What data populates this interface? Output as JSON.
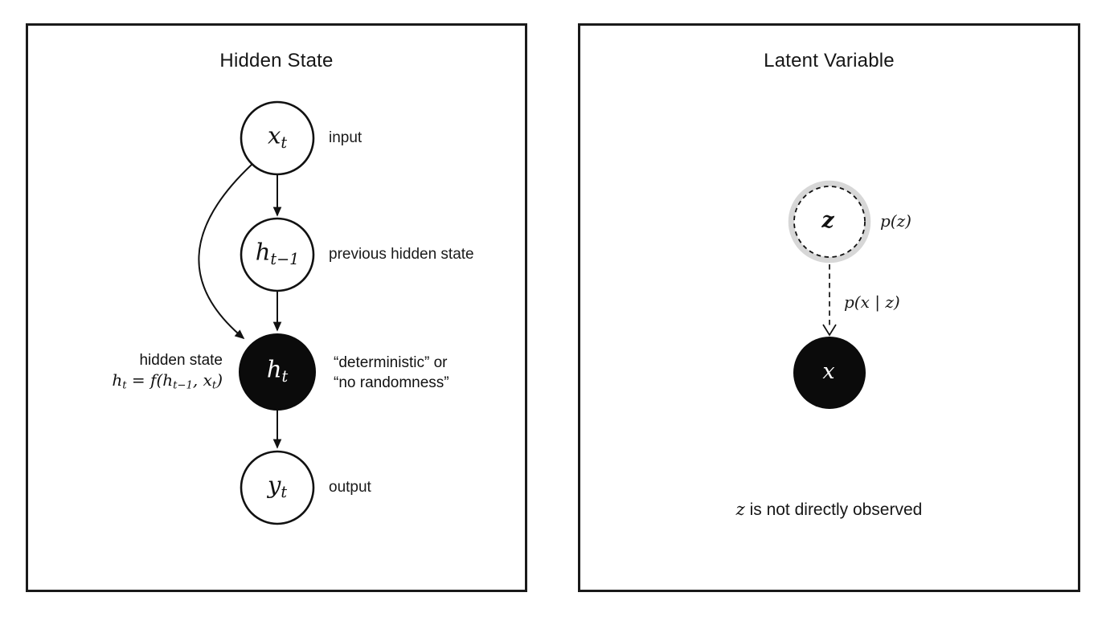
{
  "left_panel": {
    "title": "Hidden State",
    "nodes": {
      "xt": {
        "main": "x",
        "sub": "t",
        "label": "input"
      },
      "ht1": {
        "main": "h",
        "sub": "t−1",
        "label": "previous hidden state"
      },
      "ht": {
        "main": "h",
        "sub": "t"
      },
      "yt": {
        "main": "y",
        "sub": "t",
        "label": "output"
      }
    },
    "ht_left_label": "hidden state",
    "formula": {
      "p1": "h",
      "s1": "t",
      "p2": " = f(h",
      "s2": "t−1",
      "p3": ", x",
      "s3": "t",
      "p4": ")"
    },
    "ht_right_line1": "“deterministic” or",
    "ht_right_line2": "“no randomness”"
  },
  "right_panel": {
    "title": "Latent Variable",
    "z_node": {
      "glyph": "z",
      "dist_label": "p(z)"
    },
    "edge_label": "p(x | z)",
    "x_node": {
      "glyph": "x"
    },
    "note": {
      "z": "z",
      "text": " is not directly observed"
    }
  },
  "colors": {
    "ink": "#111111",
    "halo": "#d7d7d7",
    "node_fill_observed": "#0b0b0b",
    "node_fill_latent": "#ffffff"
  }
}
